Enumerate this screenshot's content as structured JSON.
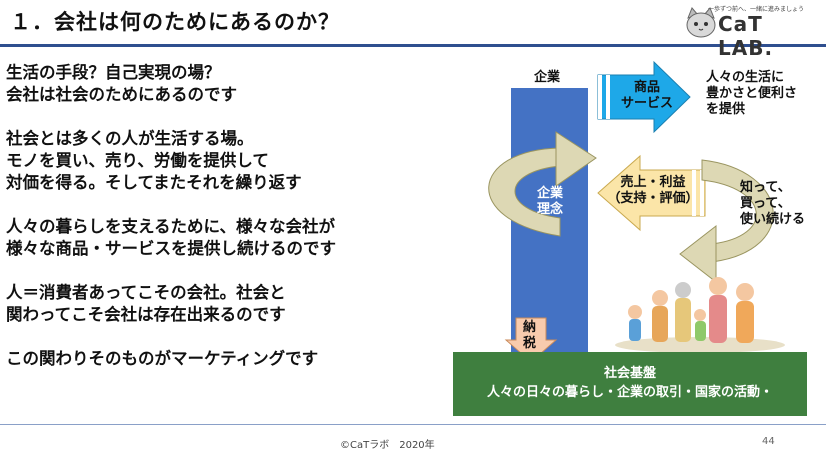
{
  "slide": {
    "title": "１．会社は何のためにあるのか？",
    "paragraphs": [
      [
        "生活の手段？自己実現の場？",
        "会社は社会のためにあるのです"
      ],
      [
        "社会とは多くの人が生活する場。",
        "モノを買い、売り、労働を提供して",
        "対価を得る。そしてまたそれを繰り返す"
      ],
      [
        "人々の暮らしを支えるために、様々な会社が",
        "様々な商品・サービスを提供し続けるのです"
      ],
      [
        "人＝消費者あってこその会社。社会と",
        "関わってこそ会社は存在出来るのです"
      ],
      [
        "この関わりそのものがマーケティングです"
      ]
    ]
  },
  "logo": {
    "tagline": "一歩ずつ前へ、一緒に進みましょう",
    "name": "CaT LAB."
  },
  "diagram": {
    "company_label": "企業",
    "philosophy_label": [
      "企業",
      "理念"
    ],
    "product_label": [
      "商品",
      "サービス"
    ],
    "benefit_label": [
      "人々の生活に",
      "豊かさと便利さ",
      "を提供"
    ],
    "sales_label": [
      "売上・利益",
      "（支持・評価）"
    ],
    "consumer_label": [
      "知って、",
      "買って、",
      "使い続ける"
    ],
    "tax_label": [
      "納",
      "税"
    ],
    "base_title": "社会基盤",
    "base_sub": "人々の日々の暮らし・企業の取引・国家の活動・",
    "colors": {
      "company_bar": "#4472c4",
      "arrow_blue": "#1ea8e8",
      "arrow_tan": "#fbe5a8",
      "swirl": "#ddd8b4",
      "tax_arrow": "#f8cbad",
      "base_green": "#3f7f3f"
    }
  },
  "footer": {
    "copyright": "©CaTラボ　2020年",
    "page": "44"
  }
}
